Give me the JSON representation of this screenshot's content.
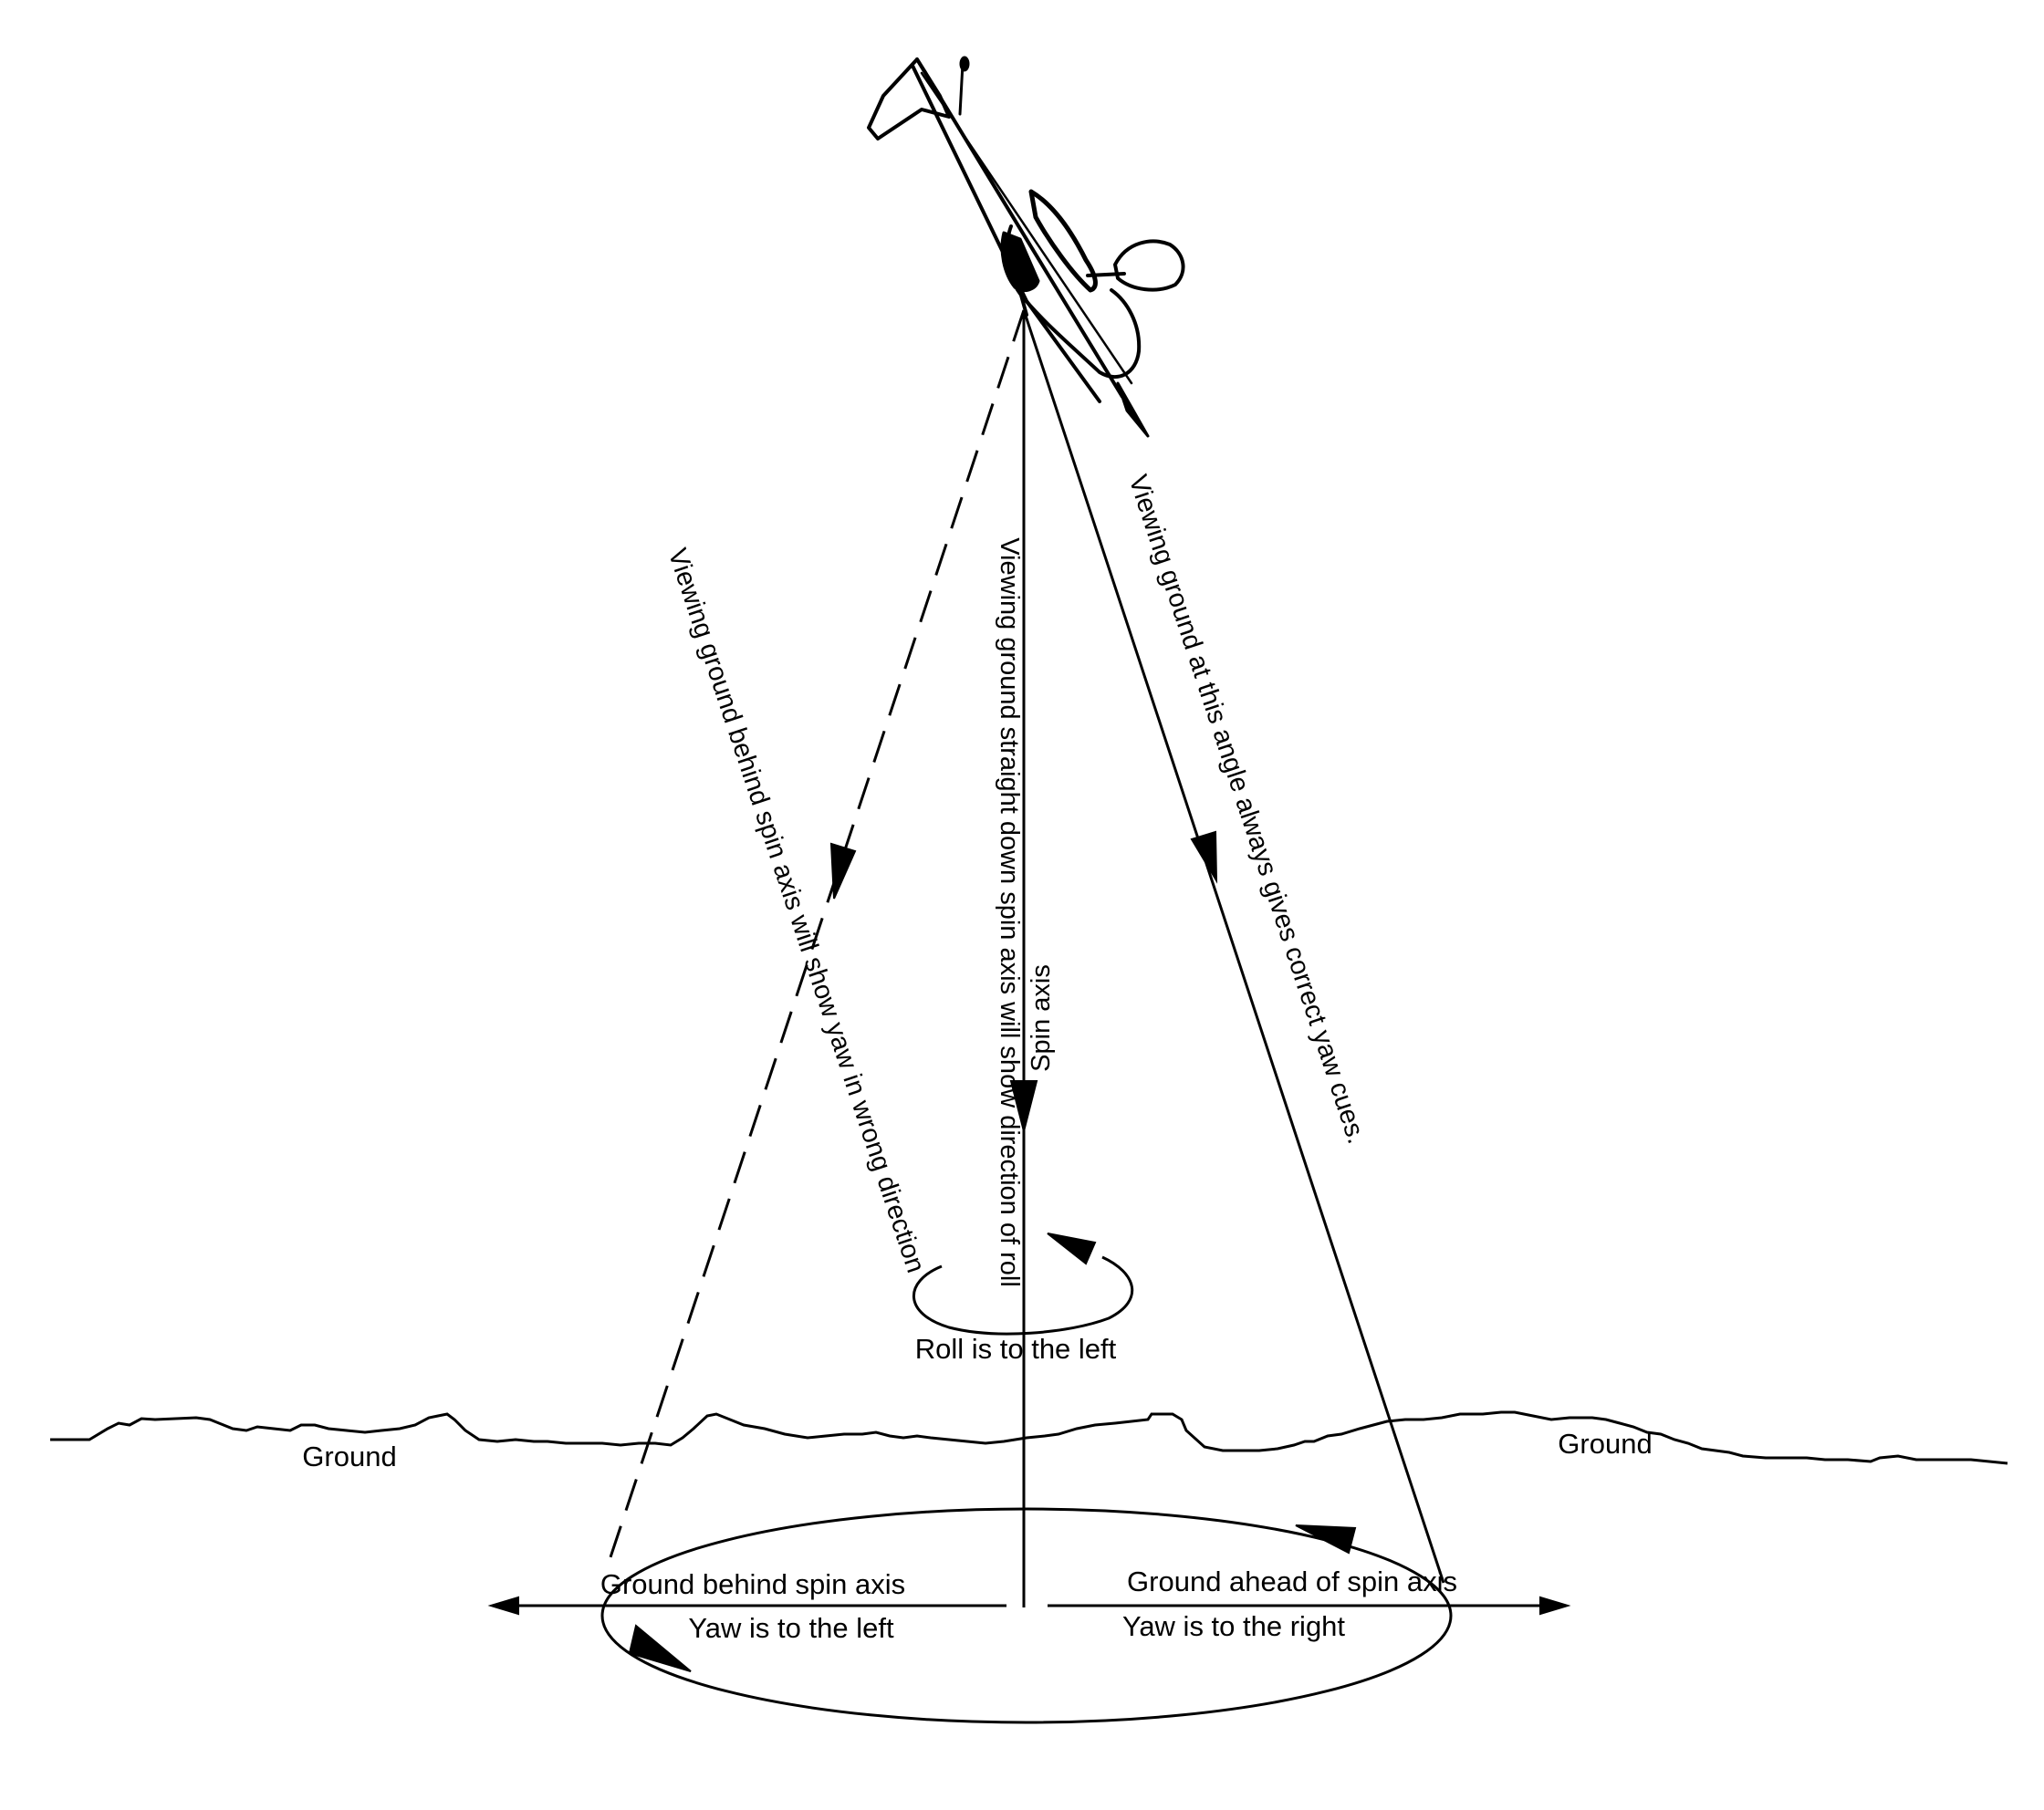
{
  "labels": {
    "behind_line": "Viewing ground behind spin axis will show yaw in wrong direction",
    "center_line": "Viewing ground straight down spin axis will show direction of roll",
    "spin_axis": "Spin axis",
    "ahead_line": "Viewing ground at this angle always gives correct yaw cues.",
    "roll": "Roll is to the left",
    "ground_left": "Ground",
    "ground_right": "Ground",
    "ground_behind": "Ground behind spin axis",
    "yaw_left": "Yaw is to the left",
    "ground_ahead": "Ground ahead of spin axis",
    "yaw_right": "Yaw is to the right"
  },
  "colors": {
    "ink": "#000000",
    "background": "#ffffff"
  }
}
